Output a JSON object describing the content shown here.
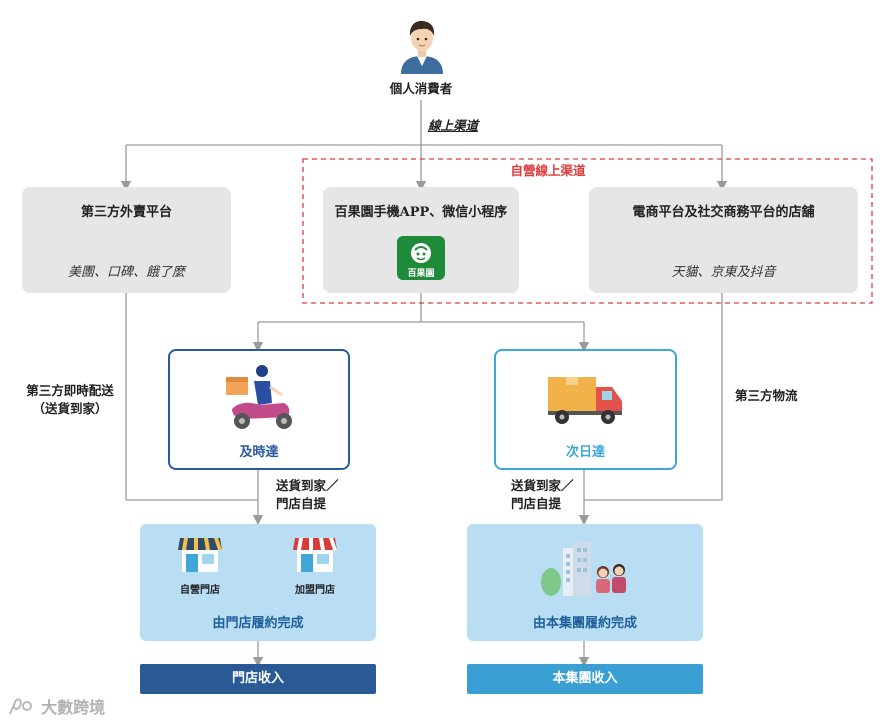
{
  "consumer": {
    "label": "個人消費者"
  },
  "online_channel": {
    "label": "線上渠道"
  },
  "self_operated": {
    "label": "自營線上渠道"
  },
  "platforms": [
    {
      "title": "第三方外賣平台",
      "sub": "美團、口碑、餓了麼"
    },
    {
      "title": "百果園手機APP、微信小程序",
      "sub": ""
    },
    {
      "title": "電商平台及社交商務平台的店舖",
      "sub": "天貓、京東及抖音"
    }
  ],
  "app_icon_text": "百果園",
  "delivery": [
    {
      "label": "及時達"
    },
    {
      "label": "次日達"
    }
  ],
  "left_side_label": {
    "line1": "第三方即時配送",
    "line2": "（送貨到家）"
  },
  "right_side_label": {
    "line1": "第三方物流"
  },
  "mid_labels": [
    {
      "line1": "送貨到家／",
      "line2": "門店自提"
    },
    {
      "line1": "送貨到家／",
      "line2": "門店自提"
    }
  ],
  "stores": {
    "own": "自營門店",
    "franchise": "加盟門店"
  },
  "fulfillment": [
    {
      "label": "由門店履約完成"
    },
    {
      "label": "由本集團履約完成"
    }
  ],
  "revenue": [
    {
      "label": "門店收入"
    },
    {
      "label": "本集團收入"
    }
  ],
  "watermark": "大數跨境",
  "colors": {
    "line": "#9a9a9a",
    "dashed_red": "#e0393e",
    "delivery_left": "#2a5a9e",
    "delivery_right": "#3fa6d8",
    "fulfill_bg": "#b9ddf3",
    "rev_left": "#2a5a96",
    "rev_right": "#3aa0d4"
  }
}
